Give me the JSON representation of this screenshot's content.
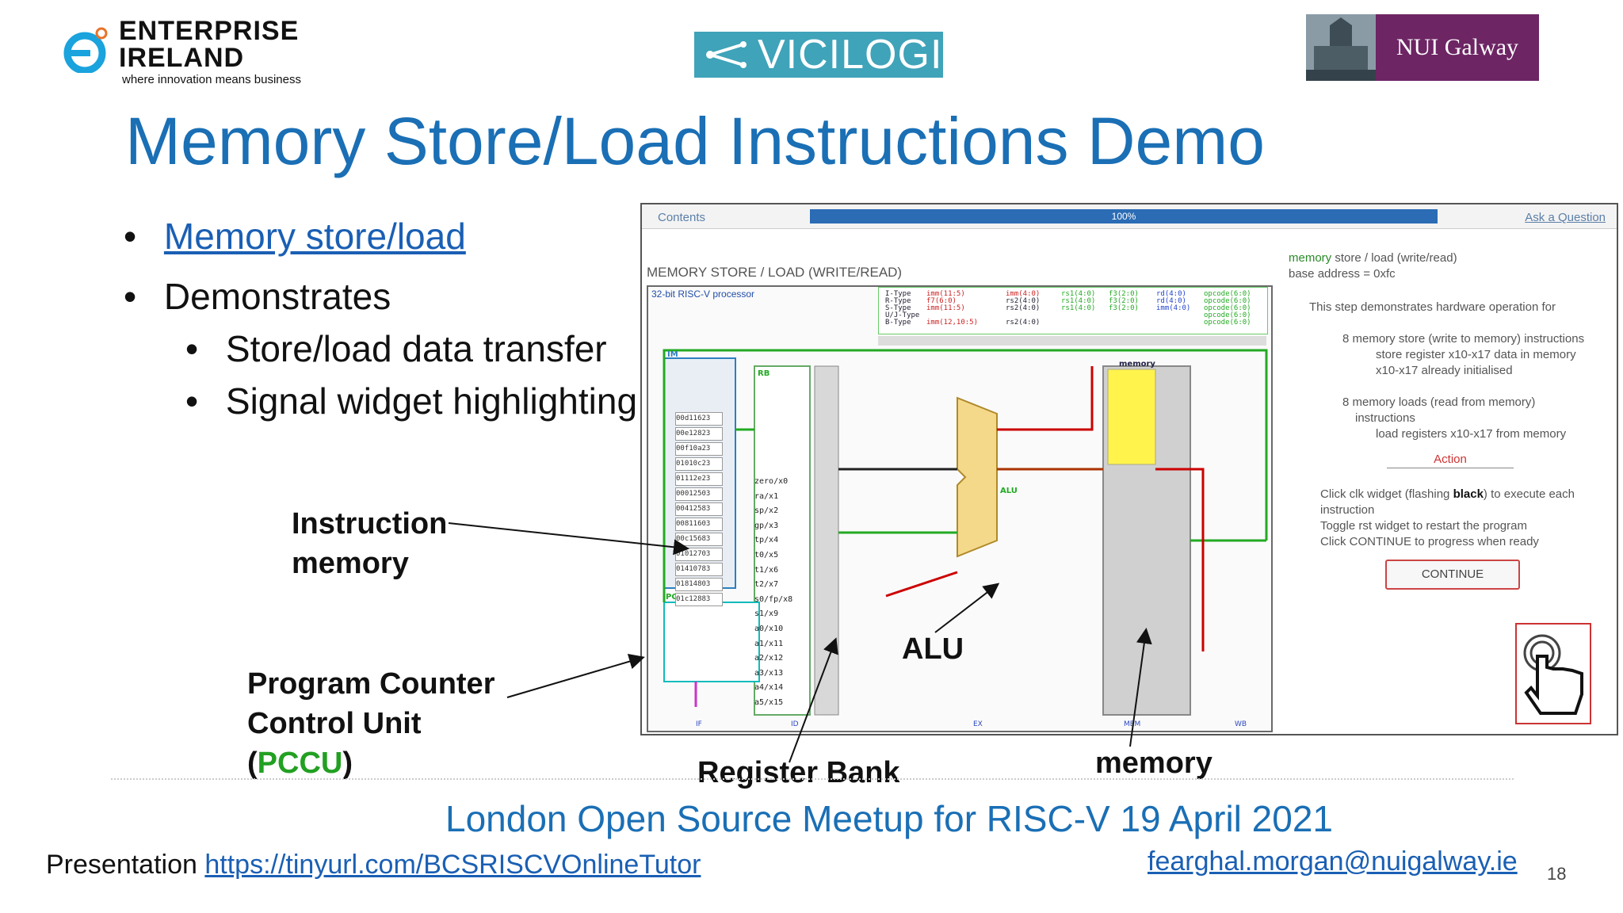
{
  "logos": {
    "enterprise_line1": "ENTERPRISE",
    "enterprise_line2": "IRELAND",
    "enterprise_tagline": "where innovation means business",
    "vicilogic": "VICILOGIC",
    "nui": "NUI Galway"
  },
  "title": "Memory Store/Load Instructions Demo",
  "bullets": {
    "b1_link": "Memory store/load",
    "b2": "Demonstrates",
    "b2_sub1": "Store/load data transfer",
    "b2_sub2": "Signal widget highlighting"
  },
  "labels": {
    "instr_line1": "Instruction",
    "instr_line2": "memory",
    "pccu_line1": "Program Counter",
    "pccu_line2": "Control Unit",
    "pccu_open": "(",
    "pccu_abbr": "PCCU",
    "pccu_close": ")",
    "alu": "ALU",
    "register_bank": "Register Bank",
    "memory": "memory"
  },
  "screenshot": {
    "contents": "Contents",
    "progress": "100%",
    "progress_value": 1.0,
    "ask": "Ask a Question",
    "header": "MEMORY STORE / LOAD (WRITE/READ)",
    "diagram_title": "32-bit RISC-V processor",
    "stage_labels": [
      "IF",
      "ID",
      "EX",
      "MEM",
      "WB"
    ],
    "block_labels": {
      "im": "IM",
      "rb": "RB",
      "pccu": "PCCU",
      "memory": "memory",
      "alu": "ALU"
    },
    "registers": [
      "zero/x0",
      "ra/x1",
      "sp/x2",
      "gp/x3",
      "tp/x4",
      "t0/x5",
      "t1/x6",
      "t2/x7",
      "s0/fp/x8",
      "s1/x9",
      "a0/x10",
      "a1/x11",
      "a2/x12",
      "a3/x13",
      "a4/x14",
      "a5/x15"
    ],
    "im_values": [
      "00d11623",
      "00e12823",
      "00f10a23",
      "01010c23",
      "01112e23",
      "00012503",
      "00412583",
      "00811603",
      "00c15683",
      "01012703",
      "01410783",
      "01814803",
      "01c12883"
    ],
    "right_panel": {
      "head_link": "memory",
      "head_rest": " store / load (write/read)",
      "base": "base address = 0xfc",
      "p1": "This step demonstrates hardware operation for",
      "p2": "8 memory store (write to memory) instructions",
      "p3": "store register x10-x17 data in memory",
      "p4": "x10-x17 already initialised",
      "p5": "8 memory loads (read from memory)",
      "p6": "instructions",
      "p7": "load registers x10-x17 from memory",
      "action": "Action",
      "a1_pre": "Click clk widget (flashing ",
      "a1_bold": "black",
      "a1_post": ") to execute each",
      "a1b": "instruction",
      "a2": "Toggle rst widget to restart the program",
      "a3": "Click CONTINUE to progress when ready",
      "continue": "CONTINUE"
    }
  },
  "footer": {
    "event": "London Open Source Meetup for RISC-V 19 April 2021",
    "pres_label": "Presentation ",
    "pres_link": "https://tinyurl.com/BCSRISCVOnlineTutor",
    "email": "fearghal.morgan@nuigalway.ie",
    "page": "18"
  },
  "colors": {
    "title_blue": "#1a6fb5",
    "link_blue": "#1a5fb4",
    "pccu_green": "#22a022",
    "nui_purple": "#6d2564",
    "vicilogic_teal": "#3fa3b9"
  }
}
